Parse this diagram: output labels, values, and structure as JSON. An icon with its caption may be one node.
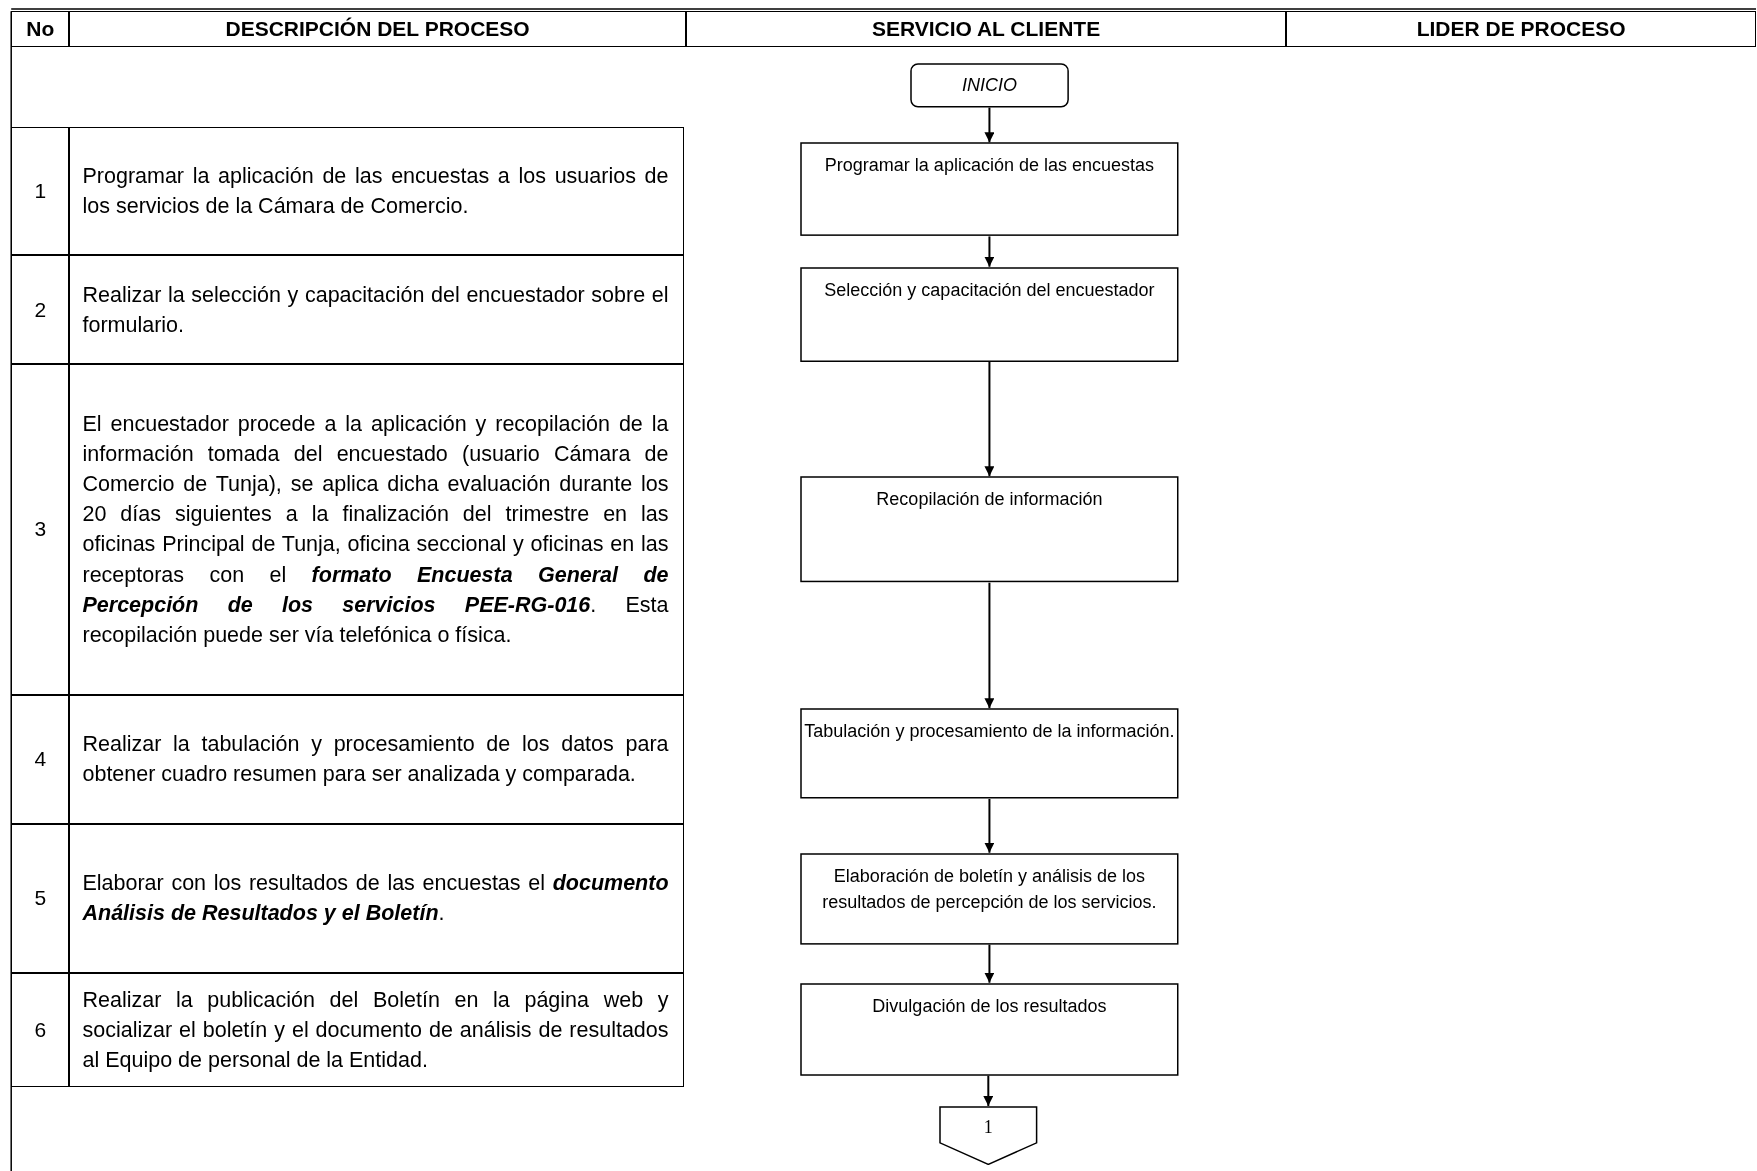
{
  "diagram": {
    "nodes": [
      {
        "text": [
          "INICIO"
        ]
      },
      {
        "text": [
          "Programar la aplicación de las encuestas"
        ]
      },
      {
        "text": [
          "Selección y capacitación del encuestador"
        ]
      },
      {
        "text": [
          "Recopilación de información"
        ]
      },
      {
        "text": [
          "Tabulación y procesamiento de la información."
        ]
      },
      {
        "text": [
          "Elaboración de boletín y análisis de los resultados de percepción de los servicios."
        ]
      },
      {
        "text": [
          "Divulgación de los resultados"
        ]
      },
      {
        "text": [
          "1"
        ]
      }
    ],
    "edges": [
      {
        "from": 0,
        "to": 1,
        "arrow": "to"
      },
      {
        "from": 1,
        "to": 2,
        "arrow": "to"
      },
      {
        "from": 2,
        "to": 3,
        "arrow": "to"
      },
      {
        "from": 3,
        "to": 4,
        "arrow": "to"
      },
      {
        "from": 4,
        "to": 5,
        "arrow": "to"
      },
      {
        "from": 5,
        "to": 6,
        "arrow": "to"
      },
      {
        "from": 6,
        "to": 7,
        "arrow": "to"
      }
    ],
    "labels": [
      "No",
      "DESCRIPCIÓN DEL PROCESO",
      "SERVICIO AL CLIENTE",
      "LIDER DE PROCESO",
      "1",
      "Programar la aplicación de las encuestas a los usuarios de los servicios de la Cámara de Comercio.",
      "2",
      "Realizar la selección y capacitación del encuestador sobre el formulario.",
      "3",
      "El encuestador procede a la aplicación y recopilación de la información tomada del encuestado (usuario Cámara de Comercio de Tunja), se aplica dicha evaluación durante los 20 días siguientes a la finalización del trimestre en las oficinas Principal de Tunja, oficina seccional y oficinas en las receptoras con el **formato Encuesta General de Percepción de los servicios PEE-RG-016**. Esta recopilación puede ser vía telefónica o física.",
      "4",
      "Realizar la tabulación y procesamiento de los datos para obtener cuadro resumen para ser analizada y comparada.",
      "5",
      "Elaborar con los resultados de las encuestas el **documento Análisis de Resultados y el Boletín**.",
      "6",
      "Realizar la publicación del Boletín en la página web y socializar el boletín y el documento de análisis de resultados al Equipo de personal de la Entidad."
    ]
  }
}
